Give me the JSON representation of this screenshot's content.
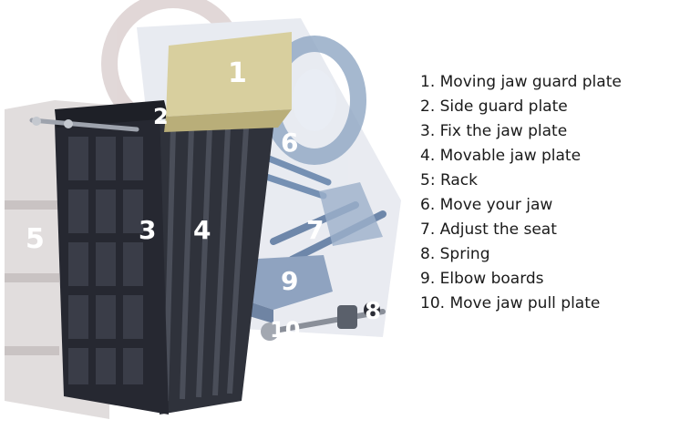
{
  "legend": [
    "1. Moving jaw guard plate",
    "2. Side guard plate",
    "3. Fix the jaw plate",
    "4. Movable jaw plate",
    "5: Rack",
    "6. Move your jaw",
    "7. Adjust the seat",
    "8. Spring",
    "9. Elbow boards",
    "10. Move jaw pull plate"
  ],
  "callouts": [
    "1",
    "2",
    "3",
    "4",
    "5",
    "6",
    "7",
    "8",
    "9",
    "10"
  ],
  "colors": {
    "frame": "#d9d4d4",
    "guard_plate": "#d8cf9e",
    "jaw_plate": "#2b2d36",
    "machine_blue": "#8fa6c3",
    "legend_text": "#1a1a1a"
  }
}
